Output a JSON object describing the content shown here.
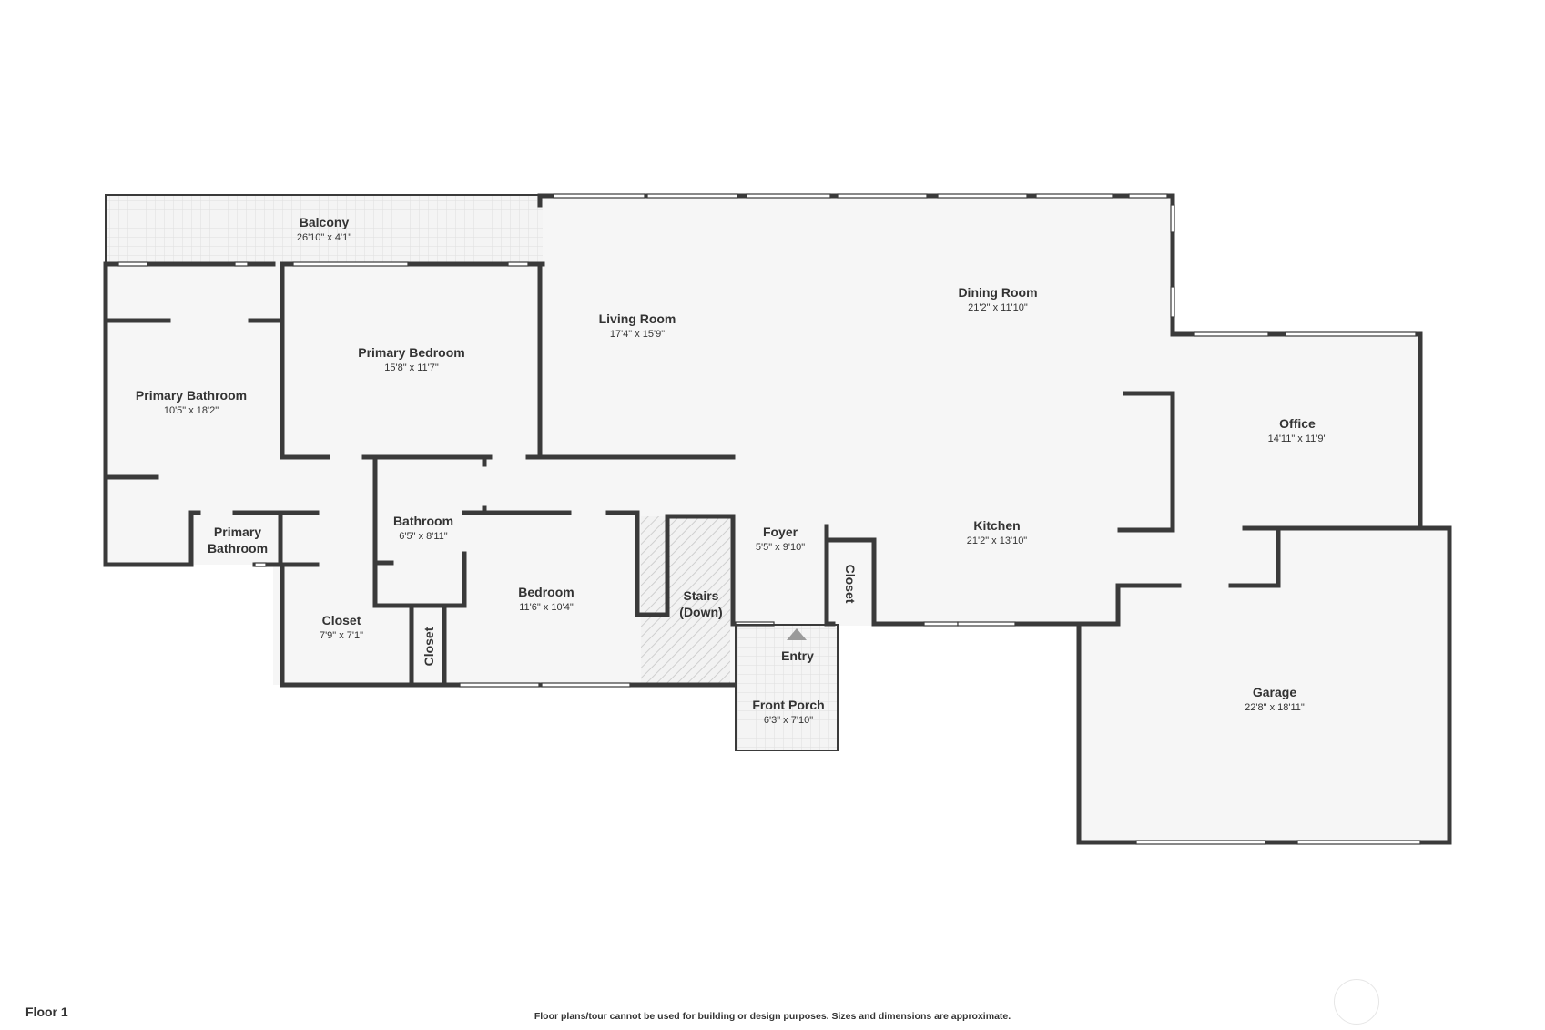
{
  "floor_label": "Floor 1",
  "disclaimer": "Floor plans/tour cannot be used for building or design purposes. Sizes and dimensions are approximate.",
  "colors": {
    "wall": "#3a3a3a",
    "floor": "#f6f6f6",
    "window": "#ffffff",
    "hatch": "#c8c8c8"
  },
  "rooms": {
    "balcony": {
      "name": "Balcony",
      "dims": "26'10\" x 4'1\""
    },
    "living_room": {
      "name": "Living Room",
      "dims": "17'4\" x 15'9\""
    },
    "dining_room": {
      "name": "Dining Room",
      "dims": "21'2\" x 11'10\""
    },
    "primary_bedroom": {
      "name": "Primary Bedroom",
      "dims": "15'8\" x 11'7\""
    },
    "primary_bathroom": {
      "name": "Primary Bathroom",
      "dims": "10'5\" x 18'2\""
    },
    "primary_bathroom_small": {
      "line1": "Primary",
      "line2": "Bathroom"
    },
    "office": {
      "name": "Office",
      "dims": "14'11\" x 11'9\""
    },
    "bathroom": {
      "name": "Bathroom",
      "dims": "6'5\" x 8'11\""
    },
    "foyer": {
      "name": "Foyer",
      "dims": "5'5\" x 9'10\""
    },
    "kitchen": {
      "name": "Kitchen",
      "dims": "21'2\" x 13'10\""
    },
    "closet_foyer": {
      "name": "Closet"
    },
    "stairs": {
      "line1": "Stairs",
      "line2": "(Down)"
    },
    "bedroom": {
      "name": "Bedroom",
      "dims": "11'6\" x 10'4\""
    },
    "closet_main": {
      "name": "Closet",
      "dims": "7'9\" x 7'1\""
    },
    "closet_small": {
      "name": "Closet"
    },
    "entry": {
      "name": "Entry"
    },
    "front_porch": {
      "name": "Front Porch",
      "dims": "6'3\" x 7'10\""
    },
    "garage": {
      "name": "Garage",
      "dims": "22'8\" x 18'11\""
    }
  }
}
